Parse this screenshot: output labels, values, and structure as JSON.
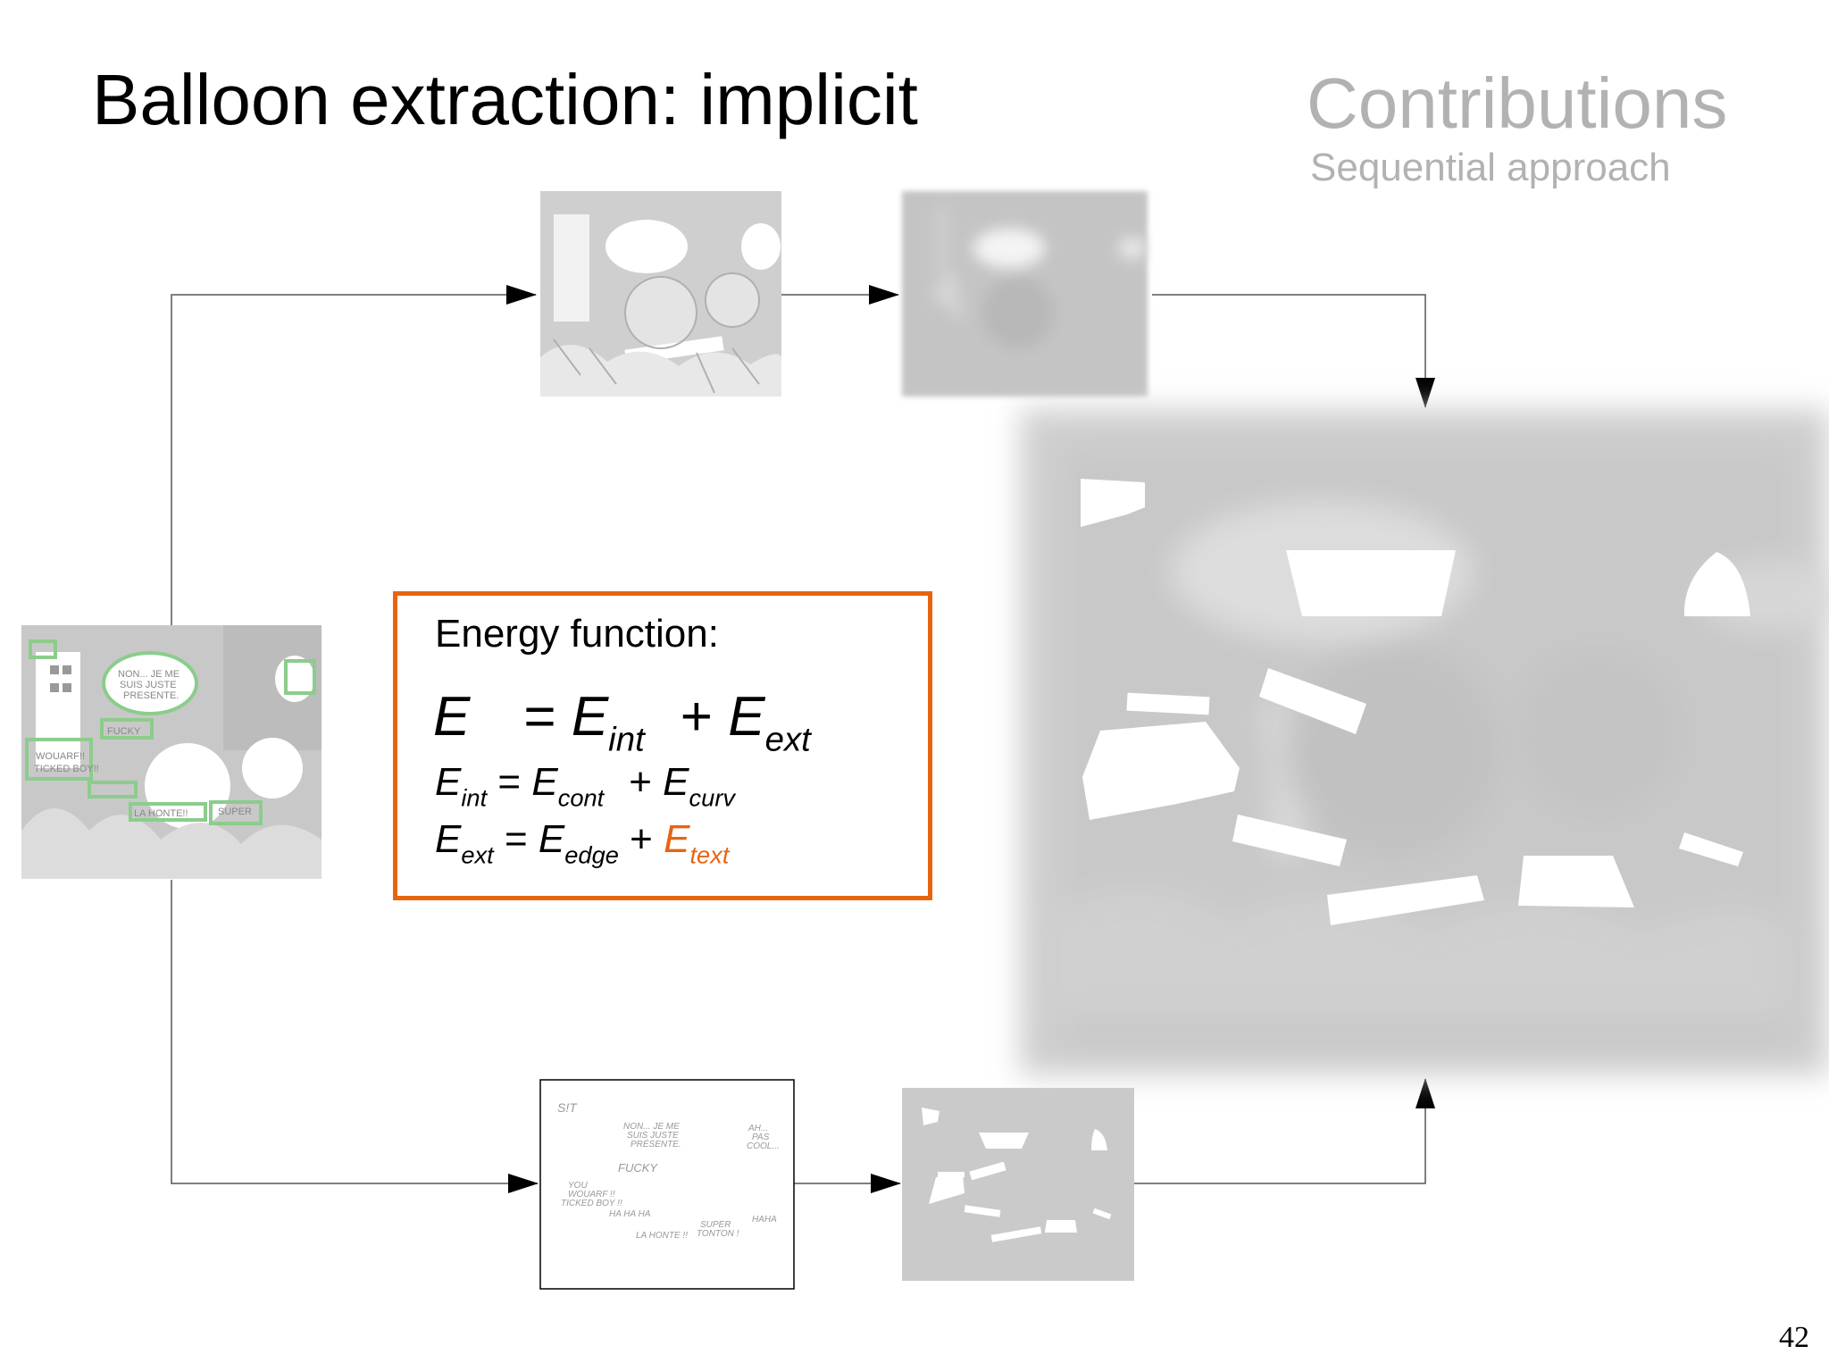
{
  "slide": {
    "title": "Balloon extraction: implicit",
    "section_title": "Contributions",
    "section_subtitle": "Sequential approach",
    "page_number": "42"
  },
  "energy_box": {
    "heading": "Energy function:",
    "eq_main": {
      "lhs": "E",
      "eq": "=",
      "t1": "E",
      "t1_sub": "int",
      "plus": "+",
      "t2": "E",
      "t2_sub": "ext"
    },
    "eq_int": {
      "lhs": "E",
      "lhs_sub": "int",
      "eq": "=",
      "t1": "E",
      "t1_sub": "cont",
      "plus": "+",
      "t2": "E",
      "t2_sub": "curv"
    },
    "eq_ext": {
      "lhs": "E",
      "lhs_sub": "ext",
      "eq": "=",
      "t1": "E",
      "t1_sub": "edge",
      "plus": "+",
      "t2": "E",
      "t2_sub": "text"
    },
    "accent_color": "#e8650e"
  },
  "thumbnails": {
    "text_page": {
      "words": [
        "S!T",
        "NON... JE ME",
        "SUIS JUSTE",
        "PRÉSENTE.",
        "AH...",
        "PAS",
        "COOL...",
        "FUCKY",
        "YOU",
        "WOUARF !!",
        "TICKED BOY !!",
        "HA HA HA",
        "LA HONTE !!",
        "SUPER",
        "TONTON !",
        "HAHA"
      ]
    }
  }
}
